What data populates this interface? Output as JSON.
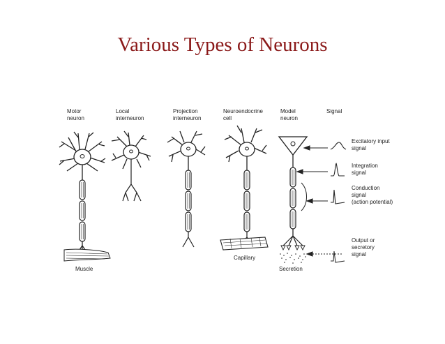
{
  "title": "Various Types of Neurons",
  "labels": {
    "motor_l1": "Motor",
    "motor_l2": "neuron",
    "local_l1": "Local",
    "local_l2": "interneuron",
    "proj_l1": "Projection",
    "proj_l2": "interneuron",
    "neuroendo_l1": "Neuroendocrine",
    "neuroendo_l2": "cell",
    "model_l1": "Model",
    "model_l2": "neuron",
    "signal": "Signal",
    "excit_l1": "Excitatory input",
    "excit_l2": "signal",
    "integ_l1": "Integration",
    "integ_l2": "signal",
    "cond_l1": "Conduction",
    "cond_l2": "signal",
    "cond_l3": "(action potential)",
    "out_l1": "Output or",
    "out_l2": "secretory",
    "out_l3": "signal",
    "muscle": "Muscle",
    "capillary": "Capillary",
    "secretion": "Secretion"
  },
  "colors": {
    "title": "#8b1a1a",
    "ink": "#222222"
  }
}
